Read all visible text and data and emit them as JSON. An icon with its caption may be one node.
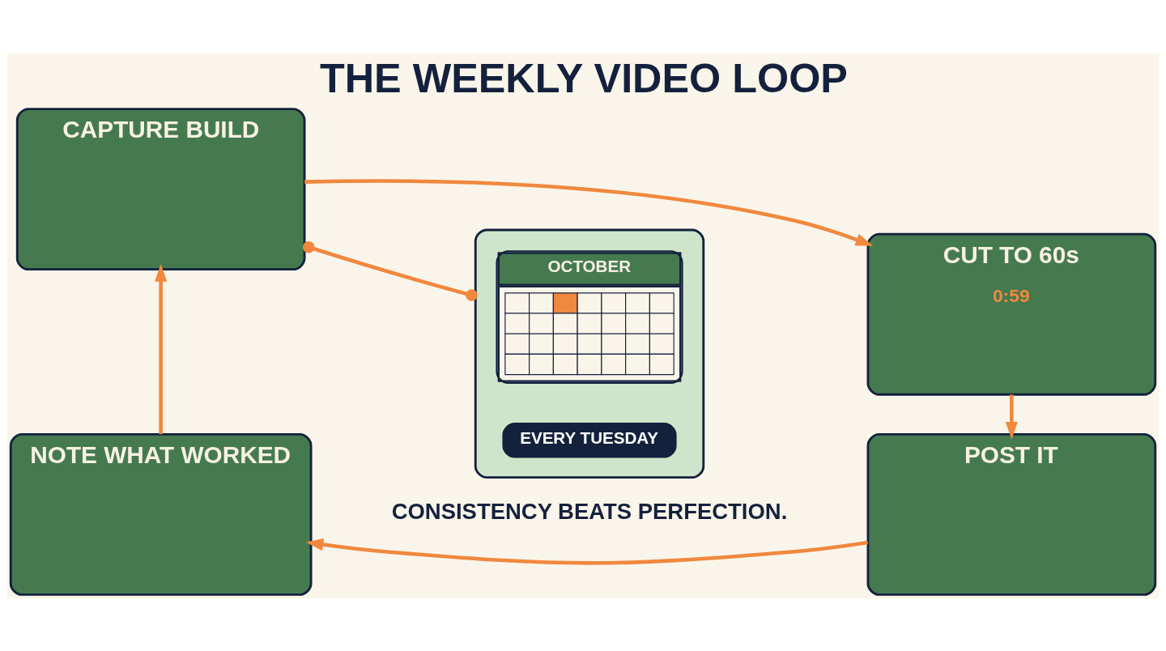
{
  "diagram": {
    "title": "THE WEEKLY VIDEO LOOP",
    "caption": "CONSISTENCY BEATS PERFECTION.",
    "nodes": [
      {
        "text": [
          "CAPTURE BUILD"
        ]
      },
      {
        "text": [
          "CUT TO 60s",
          "0:59"
        ]
      },
      {
        "text": [],
        "shape": "box"
      },
      {
        "text": [
          "OCTOBER"
        ],
        "in": 2
      },
      {
        "text": [
          "EVERY TUESDAY"
        ],
        "in": 2
      },
      {
        "text": [
          "NOTE WHAT WORKED"
        ]
      },
      {
        "text": [
          "POST IT"
        ]
      }
    ],
    "edges": [
      {
        "from": 0,
        "to": 1,
        "arrow": "to"
      },
      {
        "from": 1,
        "to": 6,
        "arrow": "to"
      },
      {
        "from": 6,
        "to": 5,
        "arrow": "to"
      },
      {
        "from": 5,
        "to": 0,
        "arrow": "to"
      },
      {
        "from": 2,
        "to": 0,
        "arrow": "other"
      }
    ]
  }
}
